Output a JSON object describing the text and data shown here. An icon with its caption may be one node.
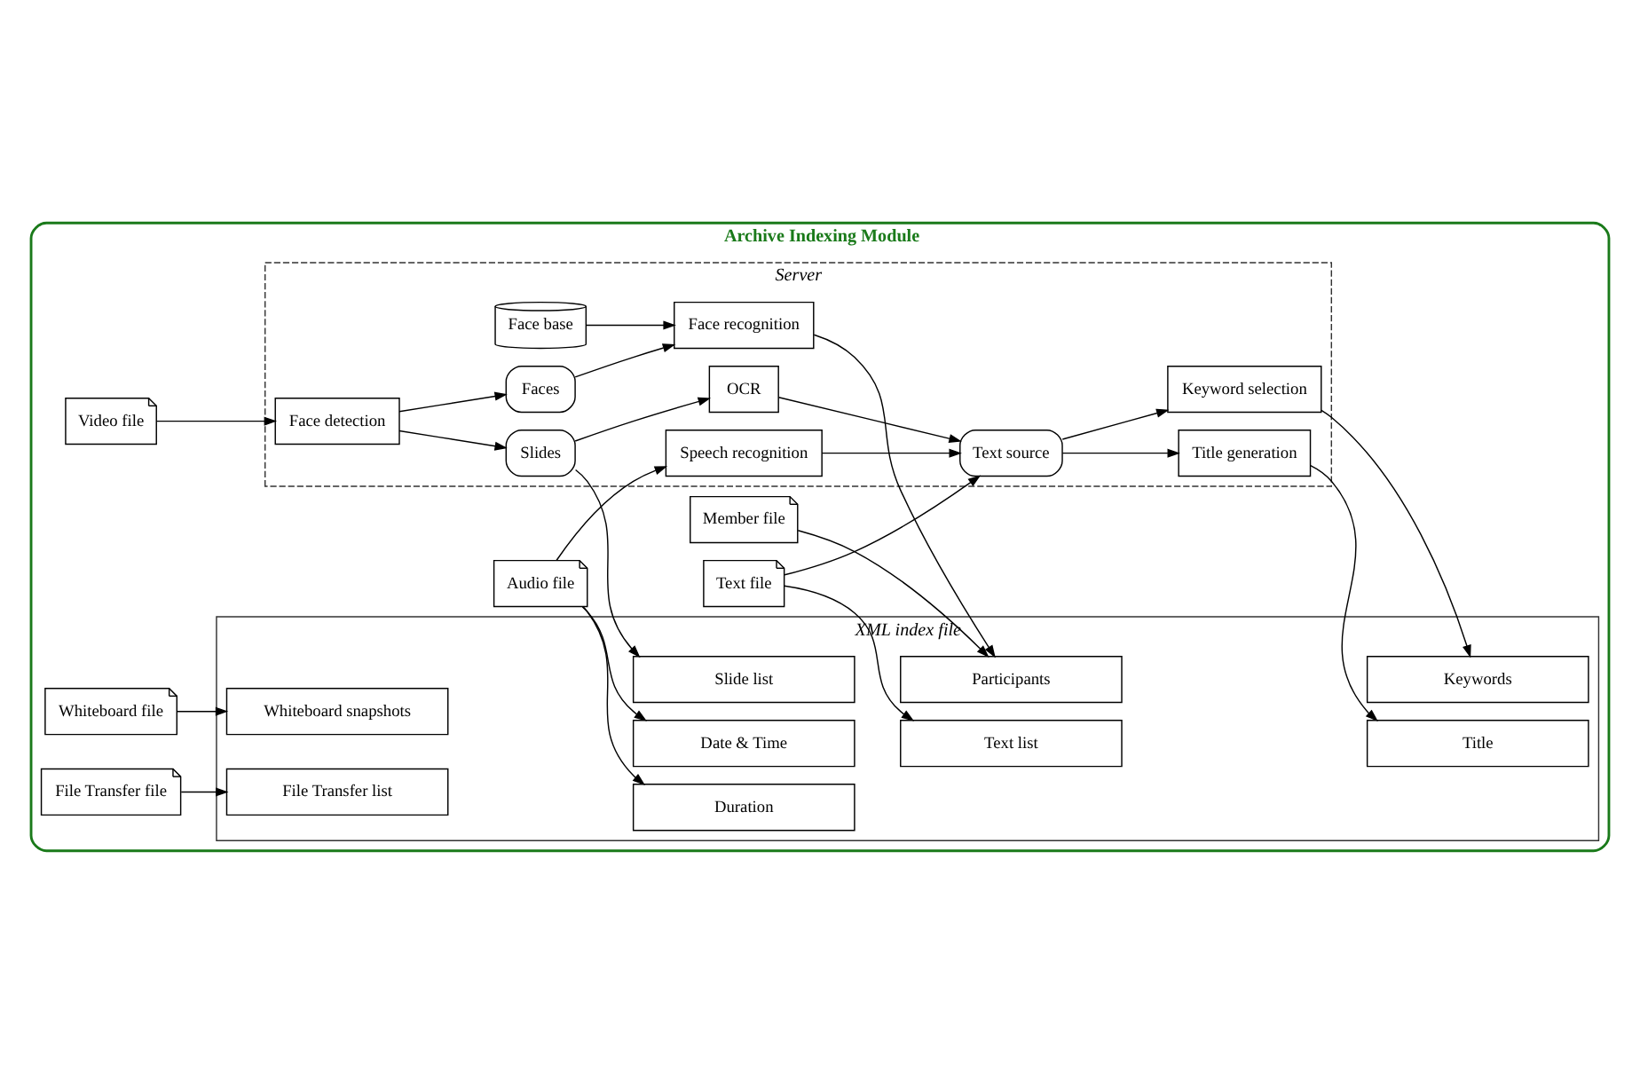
{
  "diagram": {
    "nodes": [
      {
        "text": [
          "Archive Indexing Module"
        ]
      },
      {
        "text": [
          "Server"
        ],
        "in": 0
      },
      {
        "text": [
          "Face base"
        ],
        "in": 1
      },
      {
        "text": [
          "Face recognition"
        ],
        "in": 1
      },
      {
        "text": [
          "Face detection"
        ],
        "in": 1
      },
      {
        "text": [
          "Faces"
        ],
        "in": 1
      },
      {
        "text": [
          "Slides"
        ],
        "in": 1
      },
      {
        "text": [
          "Speech recognition"
        ],
        "in": 1
      },
      {
        "text": [
          "OCR"
        ],
        "in": 1
      },
      {
        "text": [
          "Title generation"
        ],
        "in": 1
      },
      {
        "text": [
          "Text source"
        ],
        "in": 1
      },
      {
        "text": [
          "Keyword selection"
        ],
        "in": 1
      },
      {
        "text": [
          "Member file"
        ],
        "in": 0
      },
      {
        "text": [
          "Video file"
        ],
        "in": 0
      },
      {
        "text": [
          "Audio file"
        ],
        "in": 0
      },
      {
        "text": [
          "Text file"
        ],
        "in": 0
      },
      {
        "text": [
          "Whiteboard file"
        ],
        "in": 0
      },
      {
        "text": [
          "File Transfer file"
        ],
        "in": 0
      },
      {
        "text": [
          "XML index file"
        ],
        "in": 0
      },
      {
        "text": [
          "Date & Time"
        ],
        "in": 18
      },
      {
        "text": [
          "Duration"
        ],
        "in": 18
      },
      {
        "text": [
          "Participants"
        ],
        "in": 18
      },
      {
        "text": [
          "Title"
        ],
        "in": 18
      },
      {
        "text": [
          "Keywords"
        ],
        "in": 18
      },
      {
        "text": [
          "Slide list"
        ],
        "in": 18
      },
      {
        "text": [
          "Text list"
        ],
        "in": 18
      },
      {
        "text": [
          "Whiteboard snapshots"
        ],
        "in": 18
      },
      {
        "text": [
          "File Transfer list"
        ],
        "in": 18
      }
    ],
    "edges": [
      {
        "from": 12,
        "to": 21,
        "arrow": "to"
      },
      {
        "from": 2,
        "to": 3,
        "arrow": "to"
      },
      {
        "from": 13,
        "to": 4,
        "arrow": "to"
      },
      {
        "from": 4,
        "to": 5,
        "arrow": "to"
      },
      {
        "from": 4,
        "to": 6,
        "arrow": "to"
      },
      {
        "from": 5,
        "to": 3,
        "arrow": "to"
      },
      {
        "from": 3,
        "to": 21,
        "arrow": "to"
      },
      {
        "from": 14,
        "to": 19,
        "arrow": "to"
      },
      {
        "from": 14,
        "to": 20,
        "arrow": "to"
      },
      {
        "from": 6,
        "to": 8,
        "arrow": "to"
      },
      {
        "from": 6,
        "to": 24,
        "arrow": "to"
      },
      {
        "from": 14,
        "to": 7,
        "arrow": "to"
      },
      {
        "from": 7,
        "to": 10,
        "arrow": "to"
      },
      {
        "from": 8,
        "to": 10,
        "arrow": "to"
      },
      {
        "from": 15,
        "to": 10,
        "arrow": "to"
      },
      {
        "from": 10,
        "to": 9,
        "arrow": "to"
      },
      {
        "from": 10,
        "to": 11,
        "arrow": "to"
      },
      {
        "from": 9,
        "to": 22,
        "arrow": "to"
      },
      {
        "from": 11,
        "to": 23,
        "arrow": "to"
      },
      {
        "from": 15,
        "to": 25,
        "arrow": "to"
      },
      {
        "from": 16,
        "to": 26,
        "arrow": "to"
      },
      {
        "from": 17,
        "to": 27,
        "arrow": "to"
      }
    ]
  }
}
